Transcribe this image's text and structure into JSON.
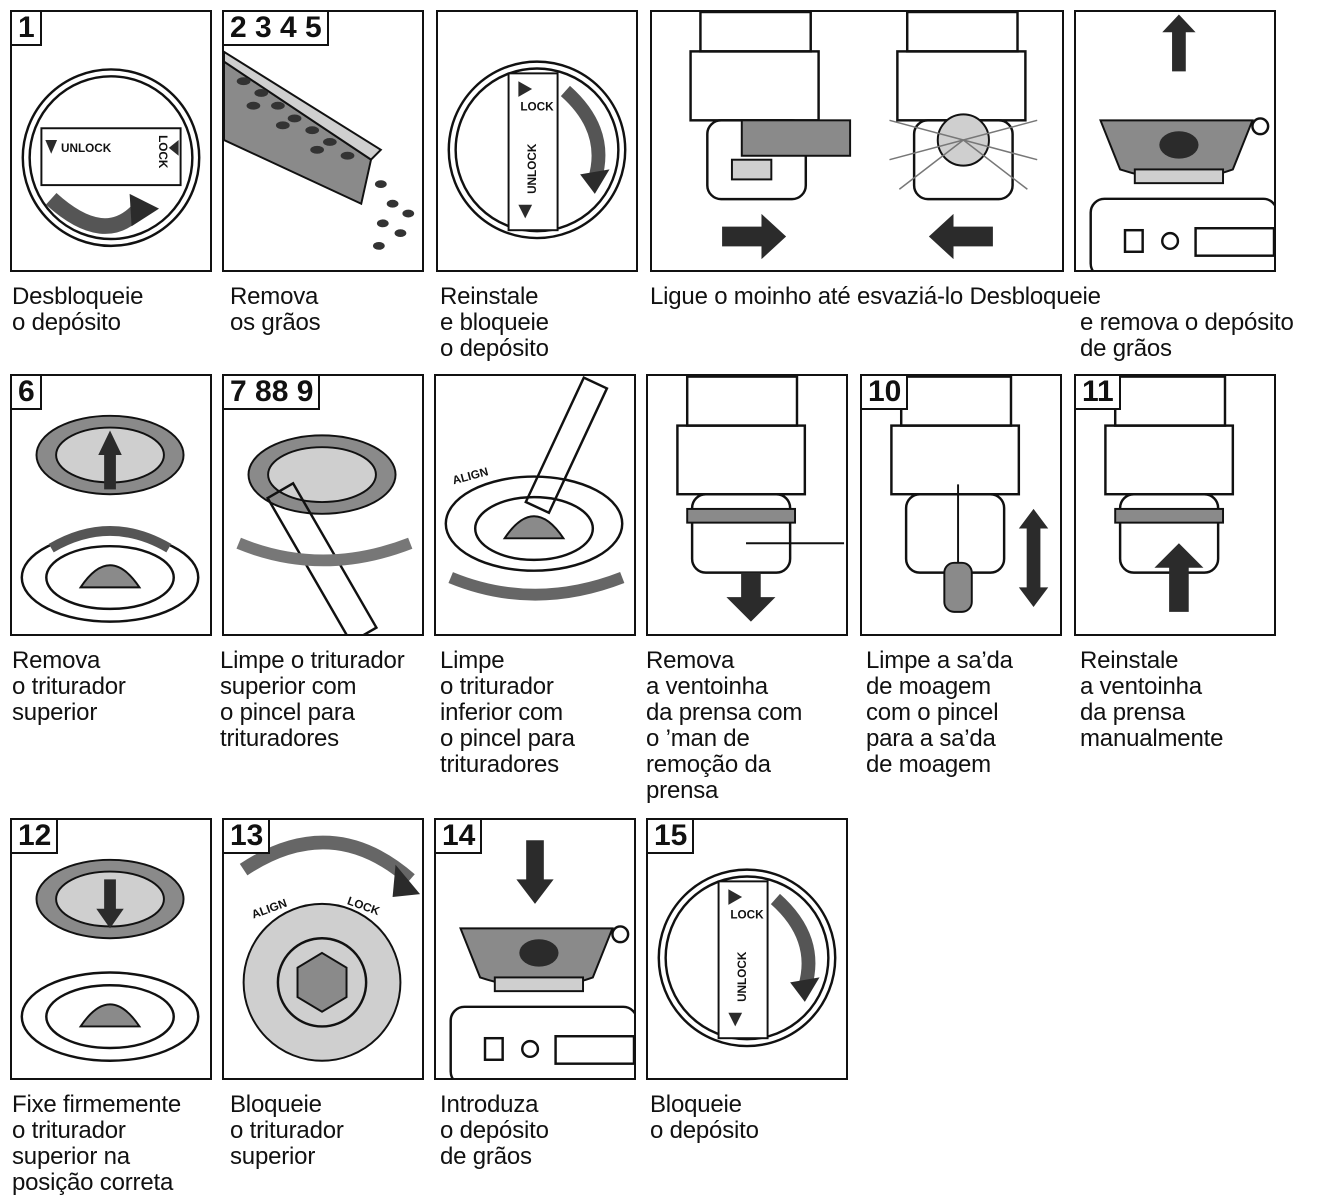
{
  "steps": [
    {
      "label": "1",
      "caption": "Desbloqueie\no depósito"
    },
    {
      "label": "2 3 4 5",
      "caption": "Remova\nos grãos"
    },
    {
      "caption": "Reinstale\ne bloqueie\no depósito"
    },
    {
      "caption": "Ligue o moinho até esvaziá-lo Desbloqueie"
    },
    {
      "caption": "e remova o depósito\nde grãos"
    },
    {
      "label": "6",
      "caption": "Remova\no triturador\nsuperior"
    },
    {
      "label": "7 88 9",
      "caption": "Limpe o triturador\nsuperior com\no pincel para\ntrituradores"
    },
    {
      "caption": "Limpe\no triturador\ninferior com\no pincel para\ntrituradores"
    },
    {
      "caption": "Remova\na ventoinha\nda prensa com\no ’man de\nremoção da\nprensa"
    },
    {
      "label": "10",
      "caption": "Limpe a sa’da\nde moagem\ncom o pincel\npara a sa’da\nde moagem"
    },
    {
      "label": "11",
      "caption": "Reinstale\na ventoinha\nda prensa\nmanualmente"
    },
    {
      "label": "12",
      "caption": "Fixe firmemente\no triturador\nsuperior na\nposição correta"
    },
    {
      "label": "13",
      "caption": "Bloqueie\no triturador\nsuperior"
    },
    {
      "label": "14",
      "caption": "Introduza\no depósito\nde grãos"
    },
    {
      "label": "15",
      "caption": "Bloqueie\no depósito"
    }
  ],
  "dial_text": {
    "unlock": "UNLOCK",
    "lock": "LOCK",
    "align": "ALIGN"
  },
  "icons": [
    "unlock-dial-icon",
    "beans-icon",
    "lock-dial-icon",
    "grinder-icon",
    "hopper-icon",
    "burr-icon",
    "brush-icon",
    "arrow-icon"
  ]
}
